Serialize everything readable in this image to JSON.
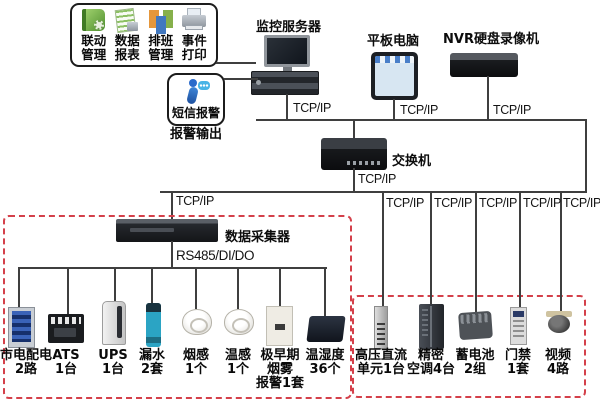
{
  "colors": {
    "line": "#3f3f3f",
    "dashed_box": "#d4404a",
    "icon_green": "#6aa84f",
    "icon_blue": "#2b6bcb"
  },
  "apps_box": {
    "items": [
      {
        "icon": "linkage-management-icon",
        "lines": [
          "联动",
          "管理"
        ]
      },
      {
        "icon": "data-report-icon",
        "lines": [
          "数据",
          "报表"
        ]
      },
      {
        "icon": "shift-management-icon",
        "lines": [
          "排班",
          "管理"
        ]
      },
      {
        "icon": "event-print-icon",
        "lines": [
          "事件",
          "打印"
        ]
      }
    ]
  },
  "sms_box": {
    "label": "短信报警",
    "output_label": "报警输出"
  },
  "top_devices": {
    "server": {
      "label": "监控服务器"
    },
    "tablet": {
      "label": "平板电脑"
    },
    "nvr": {
      "label": "NVR硬盘录像机"
    }
  },
  "network": {
    "tcpip_label": "TCP/IP",
    "switch_label": "交换机",
    "collector_label": "数据采集器",
    "bus_label": "RS485/DI/DO"
  },
  "left_group": {
    "devices": [
      {
        "id": "mains-power",
        "lines": [
          "市电配电",
          "2路"
        ]
      },
      {
        "id": "ats",
        "lines": [
          "ATS",
          "1台"
        ]
      },
      {
        "id": "ups",
        "lines": [
          "UPS",
          "1台"
        ]
      },
      {
        "id": "water-leak",
        "lines": [
          "漏水",
          "2套"
        ]
      },
      {
        "id": "smoke-sensor",
        "lines": [
          "烟感",
          "1个"
        ]
      },
      {
        "id": "temp-sensor",
        "lines": [
          "温感",
          "1个"
        ]
      },
      {
        "id": "early-smoke-alarm",
        "lines": [
          "极早期",
          "烟雾",
          "报警1套"
        ]
      },
      {
        "id": "temp-humidity",
        "lines": [
          "温湿度",
          "36个"
        ]
      }
    ]
  },
  "right_group": {
    "devices": [
      {
        "id": "hvdc-unit",
        "lines": [
          "高压直流",
          "单元1台"
        ]
      },
      {
        "id": "precision-ac",
        "lines": [
          "精密",
          "空调4台"
        ]
      },
      {
        "id": "battery",
        "lines": [
          "蓄电池",
          "2组"
        ]
      },
      {
        "id": "access-control",
        "lines": [
          "门禁",
          "1套"
        ]
      },
      {
        "id": "video",
        "lines": [
          "视频",
          "4路"
        ]
      }
    ]
  }
}
